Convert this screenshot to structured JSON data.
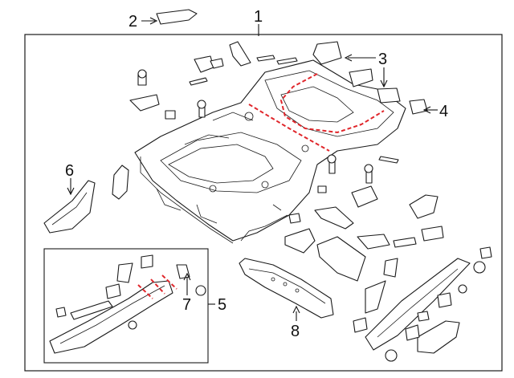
{
  "diagram": {
    "callouts": {
      "c1": "1",
      "c2": "2",
      "c3": "3",
      "c4": "4",
      "c5": "5",
      "c6": "6",
      "c7": "7",
      "c8": "8"
    },
    "colors": {
      "line": "#1a1a1a",
      "highlight": "#e0262b",
      "background": "#ffffff"
    }
  }
}
